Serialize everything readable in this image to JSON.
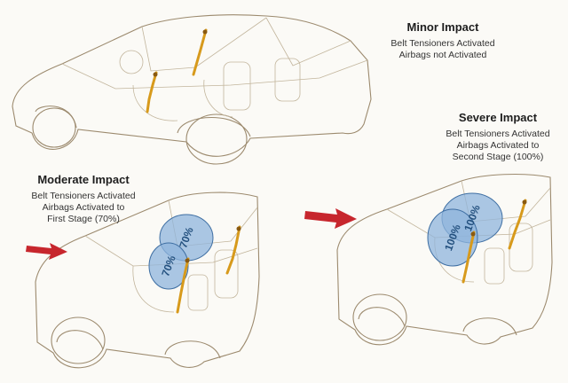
{
  "panels": {
    "minor": {
      "title": "Minor Impact",
      "lines": [
        "Belt Tensioners Activated",
        "Airbags not Activated"
      ]
    },
    "moderate": {
      "title": "Moderate Impact",
      "lines": [
        "Belt Tensioners Activated",
        "Airbags Activated to",
        "First Stage (70%)"
      ],
      "bag_label": "70%"
    },
    "severe": {
      "title": "Severe Impact",
      "lines": [
        "Belt Tensioners Activated",
        "Airbags Activated to",
        "Second Stage (100%)"
      ],
      "bag_label": "100%"
    }
  },
  "colors": {
    "arrow": "#c7262d",
    "airbag": "#8fb4dc",
    "belt": "#d79a1c",
    "outline": "#9c8a6e"
  },
  "icons": [
    "impact-arrow",
    "airbag",
    "seat-belt"
  ]
}
